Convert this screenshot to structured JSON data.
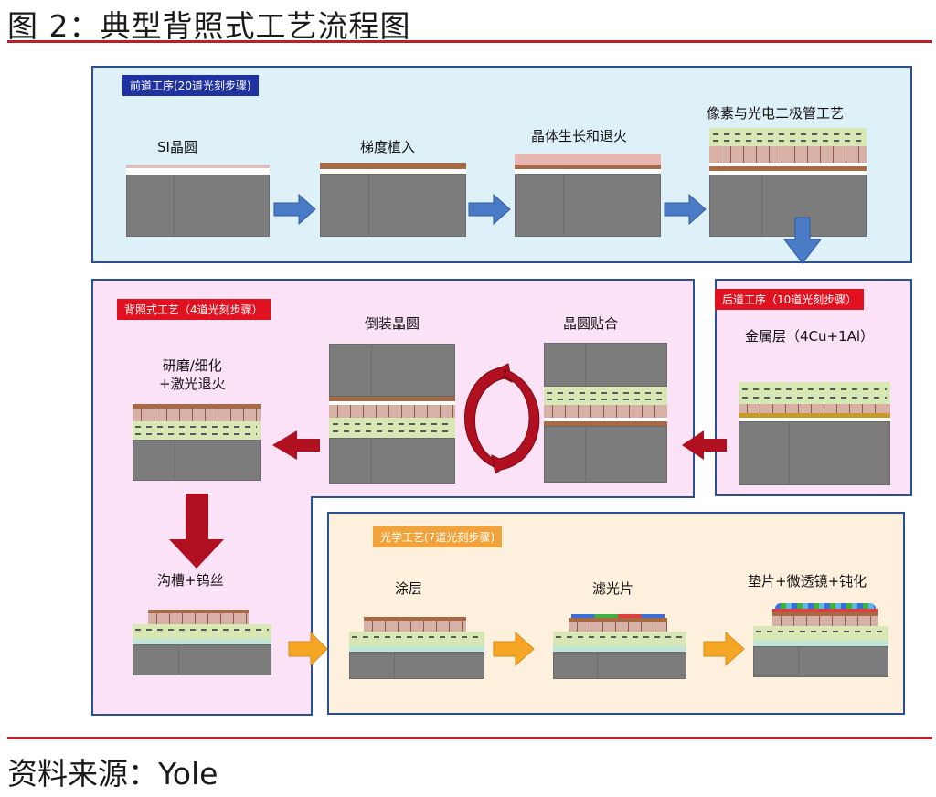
{
  "figure_title": "图 2：典型背照式工艺流程图",
  "source": "资料来源：Yole",
  "panels": {
    "front": {
      "tag": "前道工序(20道光刻步骤)",
      "steps": [
        "SI晶圆",
        "梯度植入",
        "晶体生长和退火",
        "像素与光电二极管工艺"
      ]
    },
    "beol": {
      "tag": "后道工序（10道光刻步骤）",
      "steps": [
        "金属层（4Cu+1Al）"
      ]
    },
    "backside": {
      "tag": "背照式工艺（4道光刻步骤）",
      "steps": [
        "晶圆贴合",
        "倒装晶圆",
        "研磨/细化\n+激光退火",
        "沟槽+钨丝"
      ]
    },
    "optical": {
      "tag": "光学工艺(7道光刻步骤)",
      "steps": [
        "涂层",
        "滤光片",
        "垫片+微透镜+钝化"
      ]
    }
  },
  "colors": {
    "rule": "#b8202a",
    "front_bg": "#dff1f8",
    "back_bg": "#fbe2f6",
    "optic_bg": "#fdf1de",
    "arrow_blue": "#4a7bc6",
    "arrow_red": "#b01020",
    "arrow_orange": "#f5a623",
    "tag_blue": "#2032a0",
    "tag_red": "#e0121f",
    "tag_orange": "#f2a23a"
  }
}
